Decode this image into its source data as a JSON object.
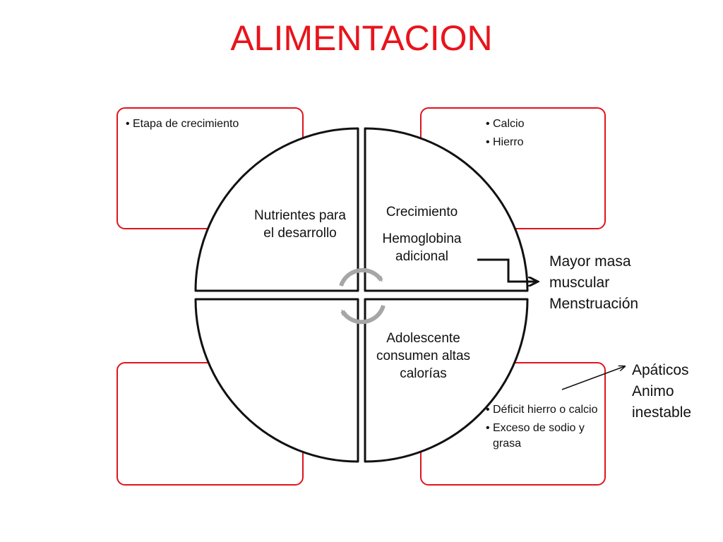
{
  "title": "ALIMENTACION",
  "cards": {
    "top_left": {
      "bullets": [
        "Etapa de crecimiento"
      ]
    },
    "top_right": {
      "bullets": [
        "Calcio",
        "Hierro"
      ]
    },
    "bottom_right": {
      "bullets": [
        "Déficit hierro o calcio",
        "Exceso de sodio y grasa"
      ]
    }
  },
  "circle": {
    "top_left": "Nutrientes para el desarrollo",
    "top_right_1": "Crecimiento",
    "top_right_2": "Hemoglobina adicional",
    "bottom_right": "Adolescente consumen altas calorías"
  },
  "side_right": [
    "Mayor masa",
    "muscular",
    "Menstruación"
  ],
  "side_bottom": [
    "Apáticos",
    "Animo",
    "inestable"
  ],
  "colors": {
    "title": "#e8141c",
    "card_border": "#e0141c",
    "cycle_arrows": "#a6a6a6",
    "ink": "#111111"
  },
  "icons": {
    "center": "cycle-arrows-icon"
  }
}
